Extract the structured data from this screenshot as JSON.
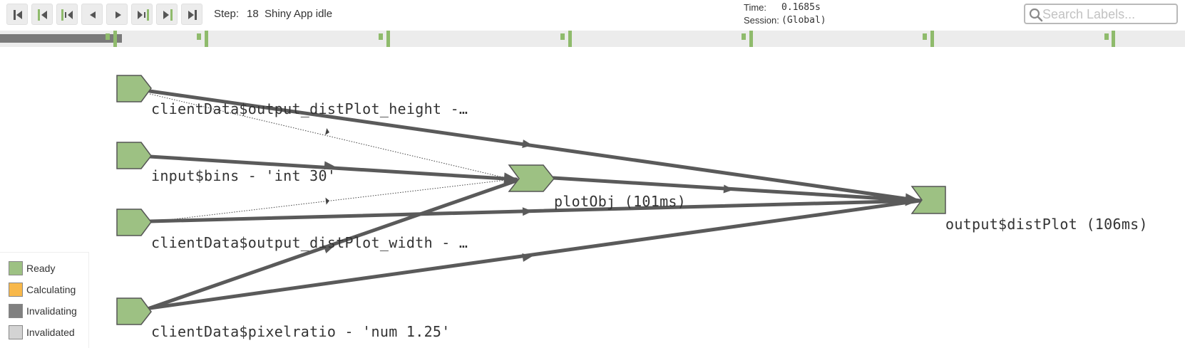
{
  "toolbar": {
    "step_label": "Step:",
    "step_value": "18  Shiny App idle",
    "time_label": "Time:",
    "time_value": "0.1685s",
    "session_label": "Session:",
    "session_value": "(Global)",
    "search_placeholder": "Search Labels...",
    "nav_buttons": [
      "first-step",
      "previous-user-event",
      "previous-idle",
      "previous-step",
      "next-step",
      "next-idle",
      "next-user-event",
      "last-step"
    ]
  },
  "timeline": {
    "progress_fraction": 0.103
  },
  "graph": {
    "nodes": [
      {
        "id": "height",
        "label": "clientData$output_distPlot_height -…"
      },
      {
        "id": "bins",
        "label": "input$bins - 'int 30'"
      },
      {
        "id": "width",
        "label": "clientData$output_distPlot_width - …"
      },
      {
        "id": "pixelratio",
        "label": "clientData$pixelratio - 'num 1.25'"
      },
      {
        "id": "plotObj",
        "label": "plotObj (101ms)"
      },
      {
        "id": "distPlot",
        "label": "output$distPlot (106ms)"
      }
    ]
  },
  "legend": {
    "items": [
      {
        "label": "Ready",
        "color": "#9dc183"
      },
      {
        "label": "Calculating",
        "color": "#f8b84a"
      },
      {
        "label": "Invalidating",
        "color": "#808080"
      },
      {
        "label": "Invalidated",
        "color": "#d3d3d3"
      }
    ]
  },
  "colors": {
    "ready_node": "#9dc183",
    "edge": "#5a5a5a",
    "timeline_marker": "#9dc183"
  }
}
